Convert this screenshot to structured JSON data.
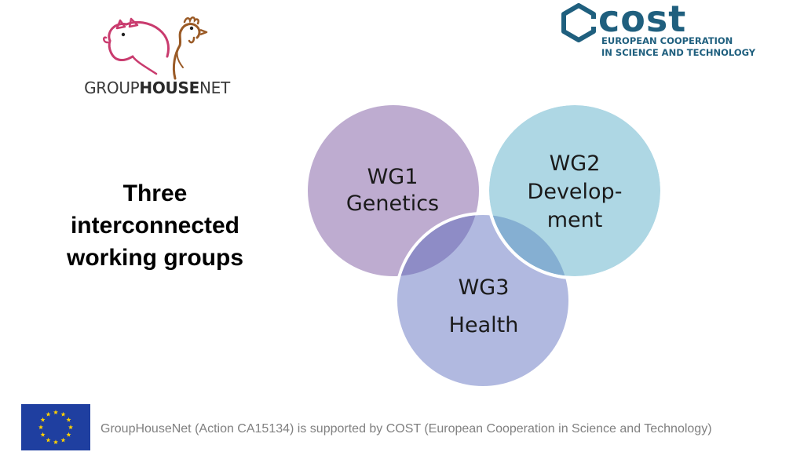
{
  "logos": {
    "grouphousenet": {
      "part1": "GROUP",
      "part2": "HOUSE",
      "part3": "NET",
      "icon": "pig-and-hen-icon"
    },
    "cost": {
      "word": "cost",
      "line1": "EUROPEAN COOPERATION",
      "line2": "IN SCIENCE AND TECHNOLOGY",
      "icon": "cost-hexagon-icon",
      "color": "#1f5f7e"
    },
    "eu_flag": {
      "icon": "eu-flag-icon",
      "blue": "#1f3fa0",
      "star": "#ffd100"
    }
  },
  "heading": {
    "line1": "Three",
    "line2": "interconnected",
    "line3": "working groups"
  },
  "venn": {
    "wg1": {
      "title": "WG1",
      "subtitle": "Genetics",
      "color": "#b8a5cc"
    },
    "wg2": {
      "title": "WG2",
      "subtitle_line1": "Develop-",
      "subtitle_line2": "ment",
      "color": "#a3d2e0"
    },
    "wg3": {
      "title": "WG3",
      "subtitle": "Health",
      "color": "#a6afdc"
    }
  },
  "footer": {
    "text": "GroupHouseNet (Action CA15134) is supported by COST (European Cooperation in Science and Technology)"
  }
}
